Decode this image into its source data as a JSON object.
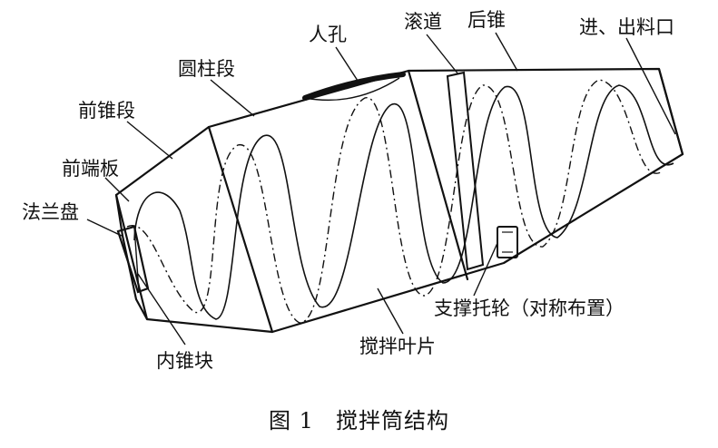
{
  "figure": {
    "number": "图 1",
    "title": "搅拌筒结构"
  },
  "labels": {
    "manhole": "人孔",
    "raceway": "滚道",
    "rear_cone": "后锥",
    "inlet_outlet": "进、出料口",
    "cylinder_section": "圆柱段",
    "front_cone_section": "前锥段",
    "front_end_plate": "前端板",
    "flange_disc": "法兰盘",
    "inner_cone_block": "内锥块",
    "mixing_blade": "搅拌叶片",
    "support_roller": "支撑托轮（对称布置）"
  },
  "colors": {
    "line": "#111111",
    "background": "#ffffff"
  }
}
